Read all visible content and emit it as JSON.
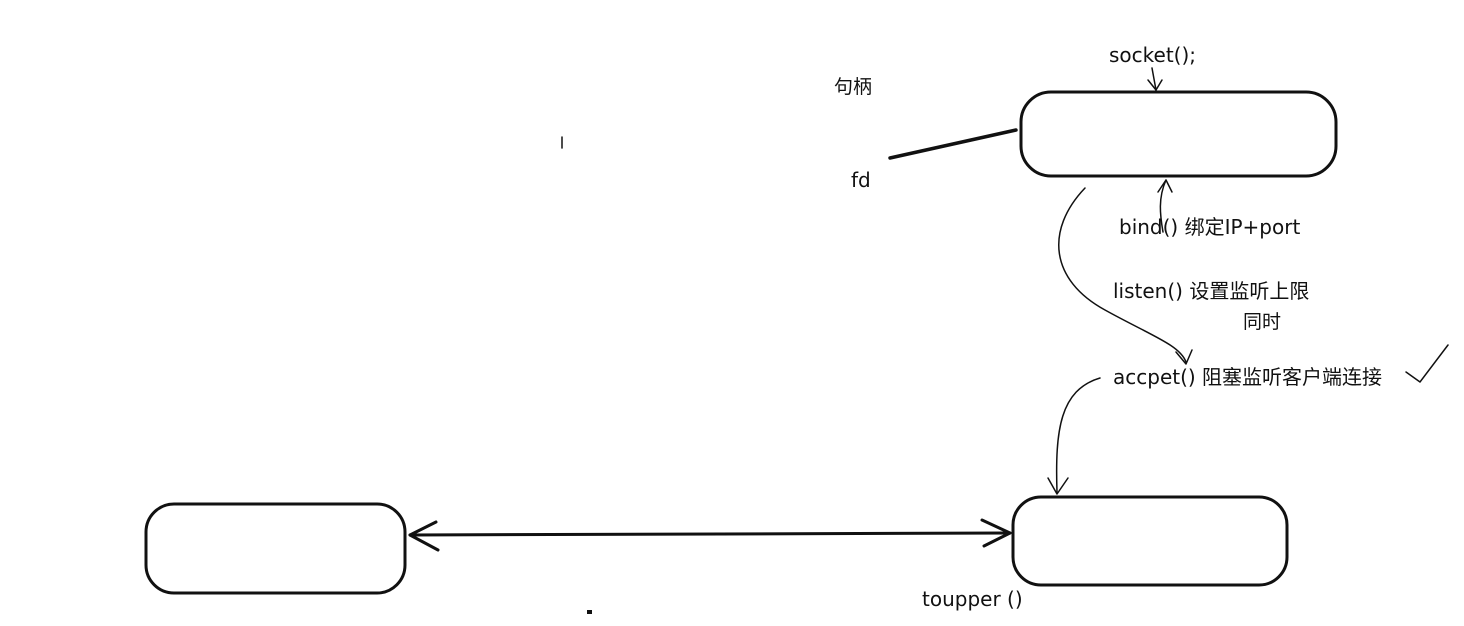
{
  "labels": {
    "socket": "socket();",
    "handle": "句柄",
    "fd": "fd",
    "bind": "bind() 绑定IP+port",
    "listen": "listen() 设置监听上限",
    "simultaneous": "同时",
    "accept": "accpet() 阻塞监听客户端连接",
    "toupper": "toupper  ()"
  },
  "style": {
    "stroke": "#111111",
    "background": "#ffffff"
  }
}
